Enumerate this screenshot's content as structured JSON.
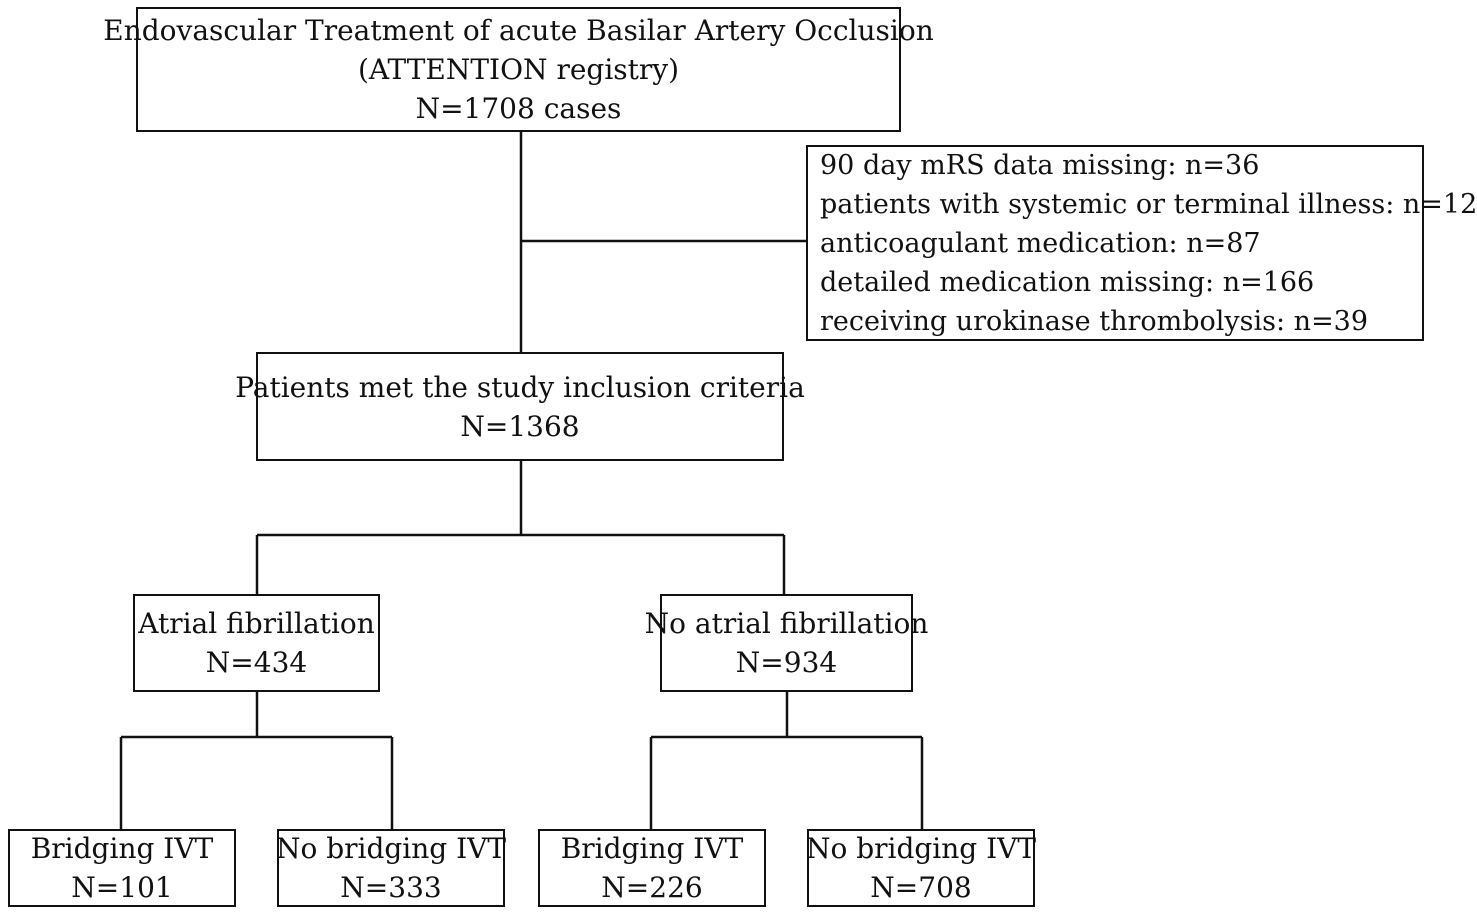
{
  "top": {
    "line1": "Endovascular Treatment of acute Basilar Artery Occlusion",
    "line2": "(ATTENTION registry)",
    "line3": "N=1708 cases"
  },
  "exclusions": {
    "items": [
      "90 day mRS data missing: n=36",
      "patients with systemic or terminal illness: n=12",
      "anticoagulant medication: n=87",
      "detailed medication missing: n=166",
      "receiving urokinase thrombolysis: n=39"
    ]
  },
  "included": {
    "line1": "Patients met the study inclusion criteria",
    "line2": "N=1368"
  },
  "af": {
    "line1": "Atrial fibrillation",
    "line2": "N=434"
  },
  "noaf": {
    "line1": "No atrial fibrillation",
    "line2": "N=934"
  },
  "af_bridging": {
    "line1": "Bridging IVT",
    "line2": "N=101"
  },
  "af_nobridging": {
    "line1": "No bridging IVT",
    "line2": "N=333"
  },
  "noaf_bridging": {
    "line1": "Bridging IVT",
    "line2": "N=226"
  },
  "noaf_nobridging": {
    "line1": "No bridging IVT",
    "line2": "N=708"
  }
}
